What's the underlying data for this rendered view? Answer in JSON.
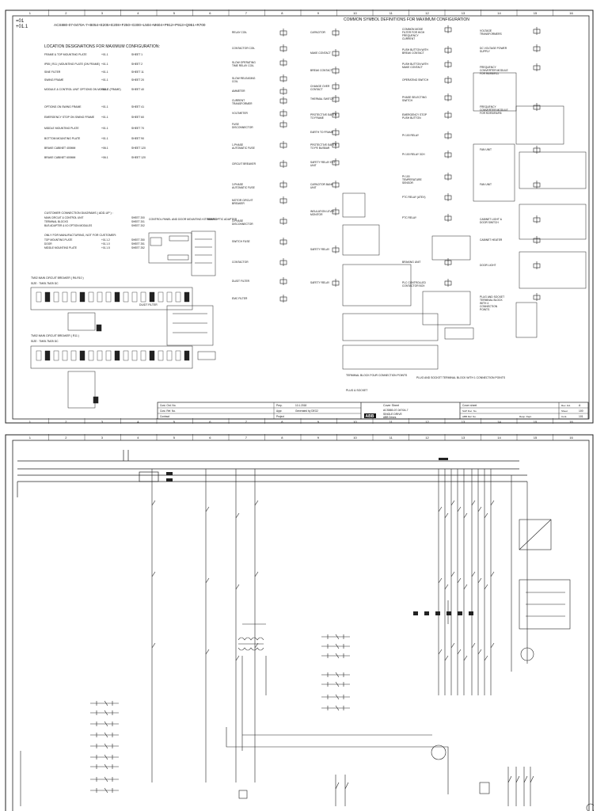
{
  "sheet1": {
    "border_numbers": [
      "1",
      "2",
      "3",
      "4",
      "5",
      "6",
      "7",
      "8",
      "9",
      "10",
      "11",
      "12",
      "13",
      "14",
      "15",
      "16"
    ],
    "page_id": [
      "=01",
      "+01.1"
    ],
    "type_code": "ACS880-07-0470A-7+B054+E205+E208+F250+G300+L504+M604+P912+P913+Q951+R700",
    "location_title": "LOCATION DESIGNATIONS FOR MAXIMUM CONFIGURATION:",
    "locations": [
      {
        "name": "FRAME & TOP MOUNTING PLATE",
        "code": "+01.1",
        "sheet": "SHEET 1"
      },
      {
        "name": "IP55 ( R11 ) MOUNTING PLATE (ON FRAME)",
        "code": "+01.1",
        "sheet": "SHEET 2"
      },
      {
        "name": "SINE FILTER",
        "code": "+01.1",
        "sheet": "SHEET 11"
      },
      {
        "name": "SWING FRAME",
        "code": "+01.1",
        "sheet": "SHEET 20"
      },
      {
        "name": "MODULE & CONTROL UNIT OPTIONS ON MODULE (FRAME)",
        "code": "+01.1",
        "sheet": "SHEET 40"
      },
      {
        "name": "OPTIONS ON SWING FRAME",
        "code": "+01.1",
        "sheet": "SHEET 41"
      },
      {
        "name": "EMERGENCY STOP ON SWING FRAME",
        "code": "+01.1",
        "sheet": "SHEET 60"
      },
      {
        "name": "MIDDLE MOUNTING PLATE",
        "code": "+01.1",
        "sheet": "SHEET 70"
      },
      {
        "name": "BOTTOM MOUNTING PLATE",
        "code": "+01.1",
        "sheet": "SHEET 90"
      },
      {
        "name": "BRAKE CABINET 400MM",
        "code": "+06.1",
        "sheet": "SHEET 120"
      },
      {
        "name": "BRAKE CABINET 600MM",
        "code": "+06.1",
        "sheet": "SHEET 120"
      }
    ],
    "customer_title": "CUSTOMER CONNECTION DIAGRAMS ( ADD-UP ) :",
    "customer_items": [
      {
        "name": "MAIN CIRCUIT & CONTROL UNIT",
        "sheet": "SHEET 200"
      },
      {
        "name": "TERMINAL BLOCKS",
        "sheet": "SHEET 201"
      },
      {
        "name": "BUS ADAPTER & I/O OPTION MODULES",
        "sheet": "SHEET 202"
      }
    ],
    "manufacturing_title": "ONLY FOR MANUFACTURING, NOT FOR CUSTOMER:",
    "manufacturing_items": [
      {
        "name": "TOP MOUNTING PLATE",
        "code": "+01.1.2",
        "sheet": "SHEET 250"
      },
      {
        "name": "DOOR",
        "code": "+01.1.0",
        "sheet": "SHEET 251"
      },
      {
        "name": "MIDDLE MOUNTING PLATE",
        "code": "+01.1.5",
        "sheet": "SHEET 252"
      }
    ],
    "symbols_title": "COMMON SYMBOL DEFINITIONS FOR MAXIMUM CONFIGURATION",
    "symbols_col1": [
      "RELAY COIL",
      "CONTACTOR COIL",
      "SLOW OPERATING TIME RELAY COIL",
      "SLOW RELEASING COIL",
      "AMMETER",
      "CURRENT TRANSFORMER",
      "VOLTMETER",
      "FUSE DISCONNECTOR",
      "1-PHASE AUTOMATIC FUSE",
      "CIRCUIT BREAKER",
      "3-PHASE AUTOMATIC FUSE",
      "MOTOR CIRCUIT BREAKER",
      "3-PHASE DISCONNECTOR",
      "SWITCH FUSE",
      "CONTACTOR",
      "DU/DT FILTER",
      "EMC FILTER"
    ],
    "symbols_col2": [
      "CAPACITOR",
      "MAKE CONTACT",
      "BREAK CONTACT",
      "CHANGE OVER CONTACT",
      "THERMAL SWITCH",
      "PROTECTIVE EARTH TO FRAME",
      "EARTH TO FRAME",
      "PROTECTIVE EARTH TO PE BUSBAR",
      "SAFETY RELAY EXT UNIT",
      "CAPACITOR BANK UNIT",
      "INSULATION LEVEL MONITOR",
      "SAFETY RELAY",
      "SAFETY RELAY"
    ],
    "symbols_col3": [
      "COMMON MODE FILTER FOR HIGH FREQUENCY CURRENT",
      "PUSH BUTTON WITH BREAK CONTACT",
      "PUSH BUTTON WITH MAKE CONTACT",
      "OPERATING SWITCH",
      "PHASE SELECTING SWITCH",
      "EMERGENCY STOP PUSH BUTTON",
      "Pt 100 RELAY",
      "Pt 100 RELAY 3CH",
      "Pt 100 TEMPERATURE SENSOR",
      "PTC RELAY (ATEX)",
      "PTC RELAY",
      "BRAKING UNIT",
      "PLC CONTROLLED CONTACTOR BOX"
    ],
    "symbols_col4": [
      "VOLTAGE TRANSFORMERS",
      "DC VOLTAGE POWER SUPPLY",
      "FREQUENCY CONVERTER MODULE FOR R6/R8/R11",
      "FREQUENCY CONVERTER MODULE FOR R2/R3/R4/R5",
      "FAN UNIT",
      "FAN UNIT",
      "CABINET LIGHT & DOOR SWITCH",
      "CABINET HEATER",
      "DOOR LIGHT",
      "PLUG AND SOCKET TERMINAL BLOCK WITH 4 CONNECTION POINTS"
    ],
    "bottom_labels": [
      "TERMINAL BLOCK FOUR CONNECTION POINTS",
      "PLUG & SOCKET",
      "PLUG AND SOCKET TERMINAL BLOCK WITH 1 CONNECTION POINTS"
    ],
    "left_panel_labels": [
      "CONTROL PANEL AND DOOR MOUNTING KIT BOARD",
      "FIBER OPTIC ADAPTER",
      "TM02 MAIN CIRCUIT BREAKER ( R6-R10 )",
      "SIZE : TM05-TM25 DC",
      "TM02 MAIN CIRCUIT BREAKER ( R11 )",
      "SIZE : TM05-TM25 DC",
      "DU/DT FILTER"
    ],
    "title_block": {
      "cust_ord_no": "Cust. Ord. No.",
      "cust_ref_no": "Cust. Ref. No.",
      "contract": "Contract",
      "prep_label": "Prep.",
      "prep_value": "10.1.2018",
      "appr_label": "Appr.",
      "appr_value": "Generated by DEG2",
      "project": "Project",
      "title_main": "Cover Sheet",
      "drawing_type": "ACS880-07-0470A-7",
      "drawing_desc": "SINGLE DRIVE",
      "abb_unit": "ABB Drives",
      "right_title": "Cover sheet",
      "rev_label": "Rev. Ind.",
      "rev_value": "A",
      "sheet_label": "Sheet",
      "sheet_value": "100",
      "cont_label": "Cont.",
      "cont_value": "101",
      "lang_label": "Lang.",
      "lang_value": "EN",
      "sap_doc": "SAP Doc. No.",
      "int_doc": "Int. Doc. No.",
      "based_on": "Based on",
      "abb_ref": "ABB Ref. No.",
      "resp_dept": "Resp. Dept."
    }
  },
  "sheet2": {
    "border_numbers": [
      "1",
      "2",
      "3",
      "4",
      "5",
      "6",
      "7",
      "8",
      "9",
      "10",
      "11",
      "12",
      "13",
      "14",
      "15",
      "16"
    ]
  }
}
